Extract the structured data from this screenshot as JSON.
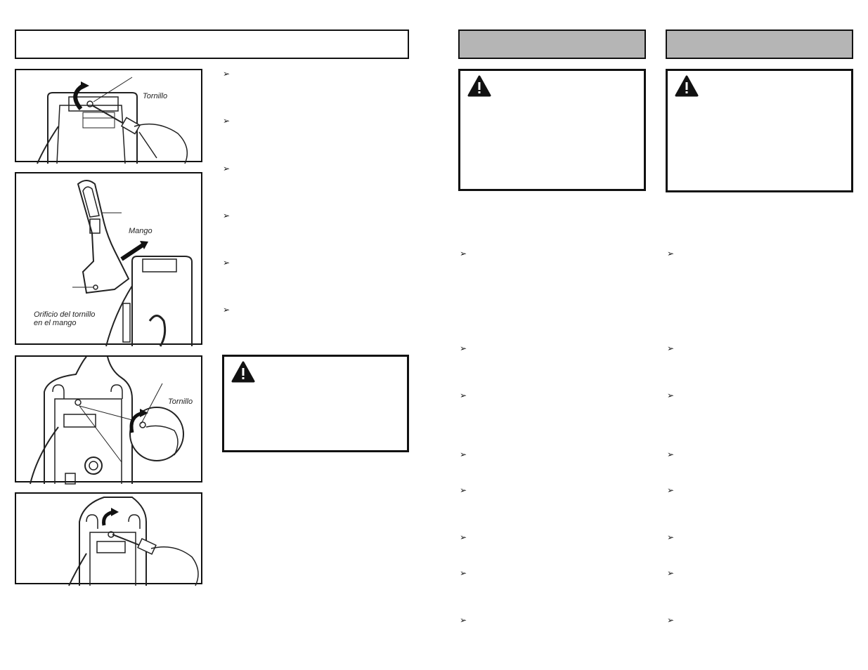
{
  "figure1": {
    "label_screw": "Tornillo"
  },
  "figure2": {
    "label_handle": "Mango",
    "label_hole_line1": "Orificio del tornillo",
    "label_hole_line2": "en el mango"
  },
  "figure3": {
    "label_screw": "Tornillo"
  },
  "bullet_glyph_left": "➢",
  "bullet_glyph_right": "➢"
}
